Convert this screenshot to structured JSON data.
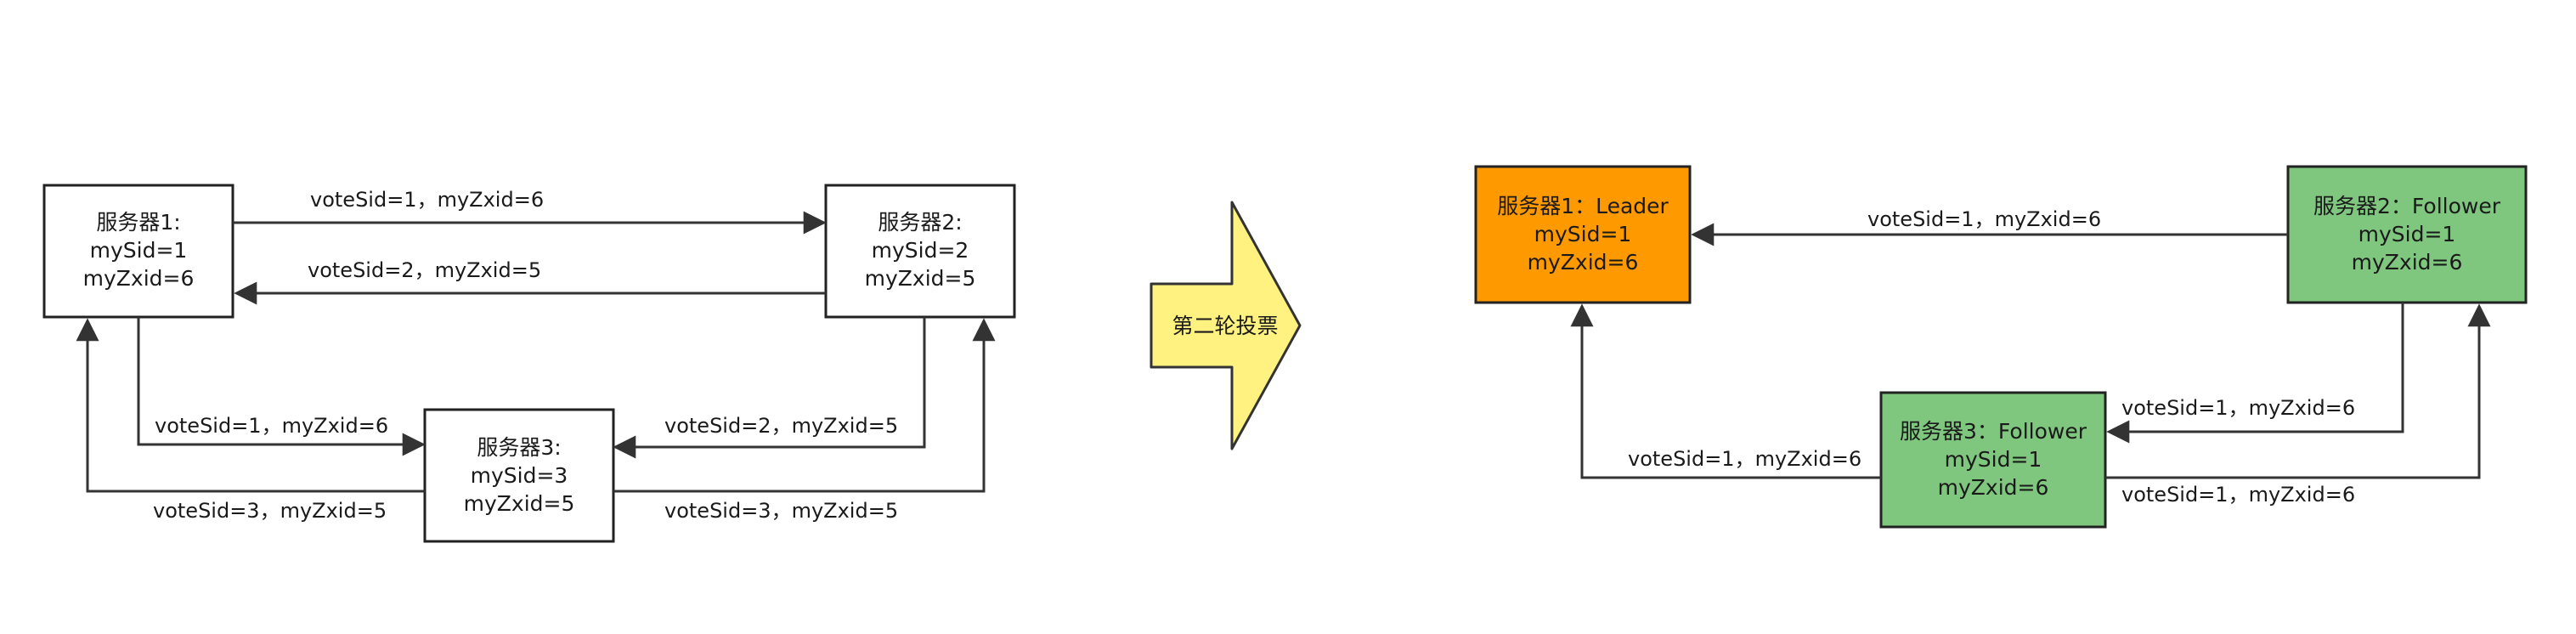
{
  "left": {
    "server1": {
      "title": "服务器1:",
      "sid": "mySid=1",
      "zxid": "myZxid=6"
    },
    "server2": {
      "title": "服务器2:",
      "sid": "mySid=2",
      "zxid": "myZxid=5"
    },
    "server3": {
      "title": "服务器3:",
      "sid": "mySid=3",
      "zxid": "myZxid=5"
    },
    "edges": {
      "s1_to_s2": "voteSid=1，myZxid=6",
      "s2_to_s1": "voteSid=2，myZxid=5",
      "s1_to_s3": "voteSid=1，myZxid=6",
      "s2_to_s3": "voteSid=2，myZxid=5",
      "s3_to_s1": "voteSid=3，myZxid=5",
      "s3_to_s2": "voteSid=3，myZxid=5"
    }
  },
  "transition": {
    "label": "第二轮投票"
  },
  "right": {
    "server1": {
      "title": "服务器1：Leader",
      "sid": "mySid=1",
      "zxid": "myZxid=6"
    },
    "server2": {
      "title": "服务器2：Follower",
      "sid": "mySid=1",
      "zxid": "myZxid=6"
    },
    "server3": {
      "title": "服务器3：Follower",
      "sid": "mySid=1",
      "zxid": "myZxid=6"
    },
    "edges": {
      "s2_to_s1": "voteSid=1，myZxid=6",
      "s3_to_s1": "voteSid=1，myZxid=6",
      "s2_to_s3": "voteSid=1，myZxid=6",
      "s3_to_s2": "voteSid=1，myZxid=6"
    }
  },
  "colors": {
    "leader": "#FF9900",
    "follower": "#7FC67F",
    "arrow_fill": "#FFF280",
    "plain_box": "#FFFFFF",
    "line": "#333333"
  }
}
